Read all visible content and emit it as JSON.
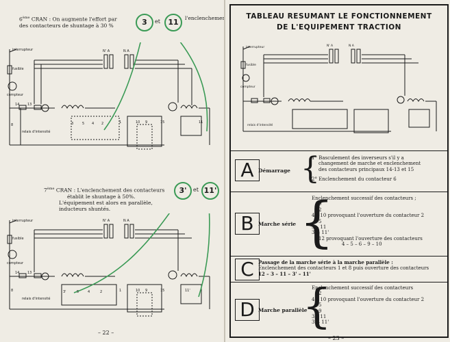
{
  "left_page": {
    "cran6": {
      "line1_num": "6",
      "line1_text": "CRAN :  On augmente  l'effort par",
      "line2": "des contacteurs de shuntage à 30 %",
      "right_note": "l'enclenchement",
      "badge_a": "3",
      "badge_join": "et",
      "badge_b": "11"
    },
    "cran7": {
      "line1_num": "7",
      "line1_text": "CRAN :  L'enclenchement des contacteurs",
      "line2": "établit le shuntage à 50%.",
      "line3": "L'équipement est alors en parallèle,",
      "line4": "inducteurs shuntés.",
      "badge_a": "3'",
      "badge_join": "et",
      "badge_b": "11'"
    },
    "diagram_labels": {
      "interrupteur": "interrupteur",
      "fusible": "fusible",
      "compteur": "compteur",
      "relais": "relais d'intensité",
      "n1": "14",
      "n2": "13",
      "n3": "8",
      "n4": "3",
      "n5": "5",
      "n6": "4",
      "n7": "2",
      "n8": "10",
      "n9": "9",
      "n10": "15",
      "n11": "11",
      "n12": "1",
      "n13": "3'",
      "n14": "11'",
      "na": "N' A",
      "na2": "N A"
    },
    "page_number": "– 22 –"
  },
  "right_page": {
    "title_line1": "TABLEAU RESUMANT LE FONCTIONNEMENT",
    "title_line2": "DE L'EQUIPEMENT TRACTION",
    "rows": [
      {
        "letter": "A",
        "name": "Démarrage",
        "lines": [
          "1° Basculement des inverseurs s'il y a",
          "changement de marche et enclenchement",
          "des contacteurs principaux 14-13 et 15",
          "",
          "2° Enclenchement du contacteur 6"
        ]
      },
      {
        "letter": "B",
        "name": "Marche série",
        "lines": [
          "Enclenchement successif des contacteurs ;",
          "9",
          "2",
          "4 – 10  provoquant l'ouverture du contacteur 2",
          "5",
          "3 – 11",
          "3' – 11'",
          "12  provoquant l'ouverture des contacteurs",
          "4 – 5 – 6 – 9 – 10"
        ]
      },
      {
        "letter": "C",
        "passage": [
          "Passage de la marche série à la marche parallèle :",
          "Enclenchement des contacteurs 1 et 8 puis ouverture des contacteurs",
          "12 – 3 – 11 – 3' – 11'"
        ]
      },
      {
        "letter": "D",
        "name": "Marche parallèle",
        "lines": [
          "Enclenchement successif des contacteurs",
          "2",
          "4 – 10  provoquant l'ouverture du contacteur 2",
          "5",
          "9",
          "3 – 11",
          "3' – 11'"
        ]
      }
    ],
    "page_number": "– 23 –"
  },
  "colors": {
    "accent_green": "#3a9a55",
    "ink": "#1a1a1a",
    "paper": "#efece4"
  }
}
